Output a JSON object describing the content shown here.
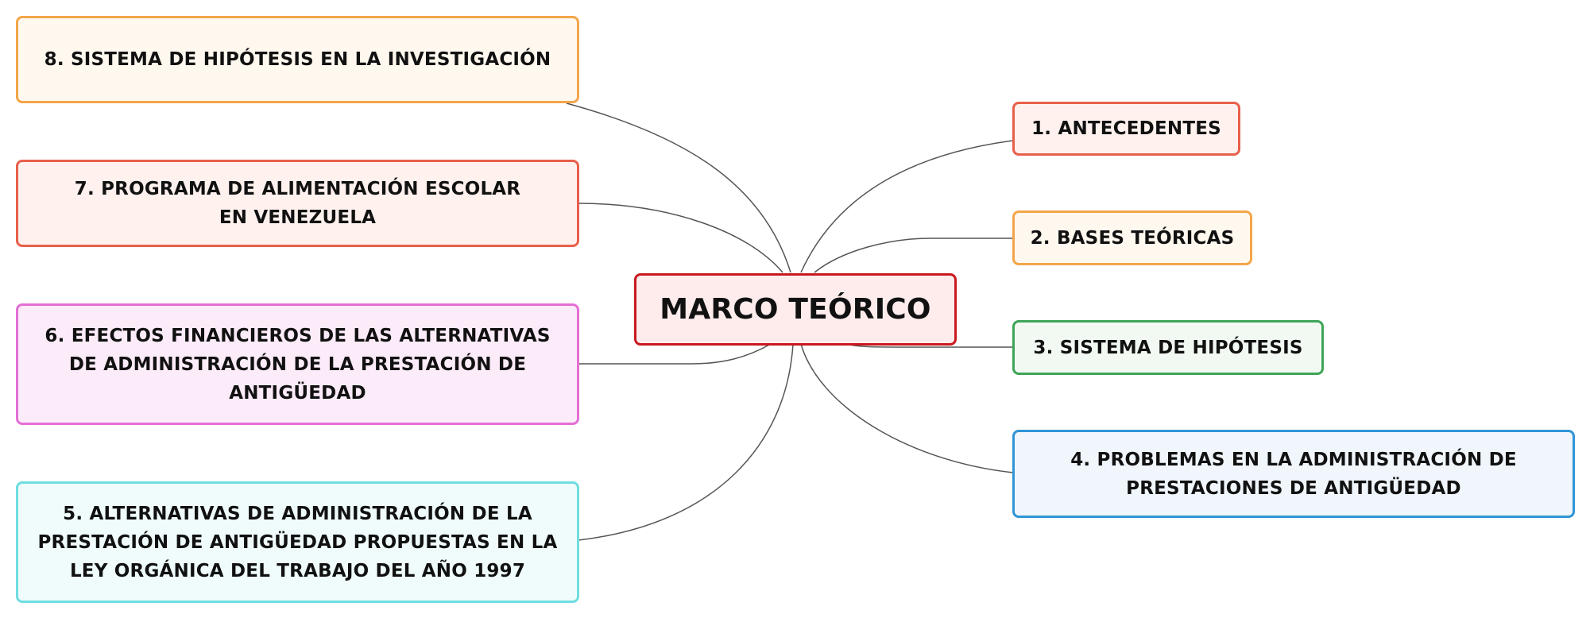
{
  "central": {
    "label": "MARCO TEÓRICO",
    "color": "#c8191f",
    "fill": "#fdeceb"
  },
  "branches": [
    {
      "label": "1. ANTECEDENTES",
      "color": "#e8604b",
      "fill": "#fef1ee"
    },
    {
      "label": "2. BASES TEÓRICAS",
      "color": "#f4a549",
      "fill": "#fff8ef"
    },
    {
      "label": "3. SISTEMA DE HIPÓTESIS",
      "color": "#3fa557",
      "fill": "#f2f9f3"
    },
    {
      "label": "4. PROBLEMAS EN LA ADMINISTRACIÓN DE PRESTACIONES DE ANTIGÜEDAD",
      "color": "#2f95d6",
      "fill": "#f0f6fc"
    },
    {
      "label": "5. ALTERNATIVAS DE ADMINISTRACIÓN DE LA PRESTACIÓN DE ANTIGÜEDAD PROPUESTAS EN LA LEY ORGÁNICA DEL TRABAJO DEL AÑO 1997",
      "color": "#6fdde0",
      "fill": "#effcfb"
    },
    {
      "label": "6. EFECTOS FINANCIEROS DE LAS ALTERNATIVAS DE ADMINISTRACIÓN DE LA PRESTACIÓN DE ANTIGÜEDAD",
      "color": "#e46fd5",
      "fill": "#fcebf9"
    },
    {
      "label": "7. PROGRAMA DE ALIMENTACIÓN ESCOLAR EN VENEZUELA",
      "color": "#e8604b",
      "fill": "#fef1ee"
    },
    {
      "label": "8. SISTEMA DE HIPÓTESIS EN LA INVESTIGACIÓN",
      "color": "#f4a549",
      "fill": "#fff8ef"
    }
  ],
  "connector_color": "#555555"
}
